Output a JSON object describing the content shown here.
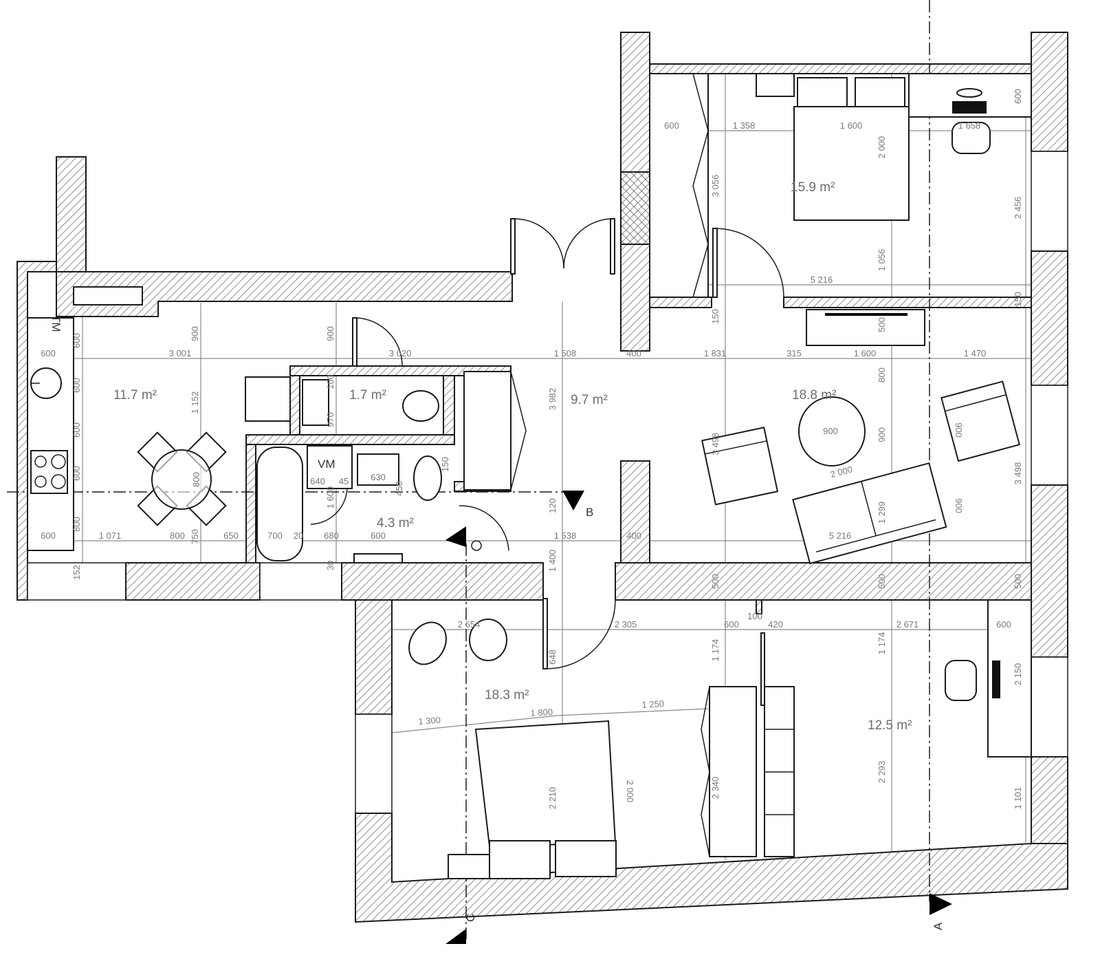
{
  "plan": {
    "areas": [
      "11.7 m²",
      "1.7 m²",
      "9.7 m²",
      "18.8 m²",
      "15.9 m²",
      "4.3 m²",
      "18.3 m²",
      "12.5 m²"
    ],
    "labels": {
      "washer": "VM",
      "boiler": "TM"
    },
    "sections": {
      "a": "A",
      "b": "B",
      "c": "C"
    },
    "dims": [
      "600",
      "3 001",
      "3 020",
      "1 508",
      "400",
      "1 831",
      "315",
      "1 600",
      "1 470",
      "600",
      "1 358",
      "1 600",
      "1 658",
      "5 216",
      "5 216",
      "600",
      "1 071",
      "800",
      "650",
      "700",
      "20",
      "680",
      "600",
      "1 538",
      "400",
      "2 654",
      "2 305",
      "600",
      "420",
      "2 671",
      "600",
      "100",
      "1 300",
      "1 800",
      "1 250",
      "600",
      "600",
      "600",
      "600",
      "800",
      "152",
      "900",
      "1 152",
      "800",
      "750",
      "900",
      "100",
      "970",
      "1 600",
      "30",
      "450",
      "150",
      "120",
      "1 400",
      "3 982",
      "648",
      "3 056",
      "2 000",
      "1 056",
      "150",
      "500",
      "800",
      "900",
      "1 299",
      "3 498",
      "3 498",
      "900",
      "900",
      "2 456",
      "600",
      "150",
      "1 174",
      "1 174",
      "2 340",
      "2 293",
      "2 210",
      "2 000",
      "1 101",
      "2 150",
      "500",
      "500",
      "500",
      "640",
      "45",
      "630",
      "900",
      "2 000"
    ]
  }
}
